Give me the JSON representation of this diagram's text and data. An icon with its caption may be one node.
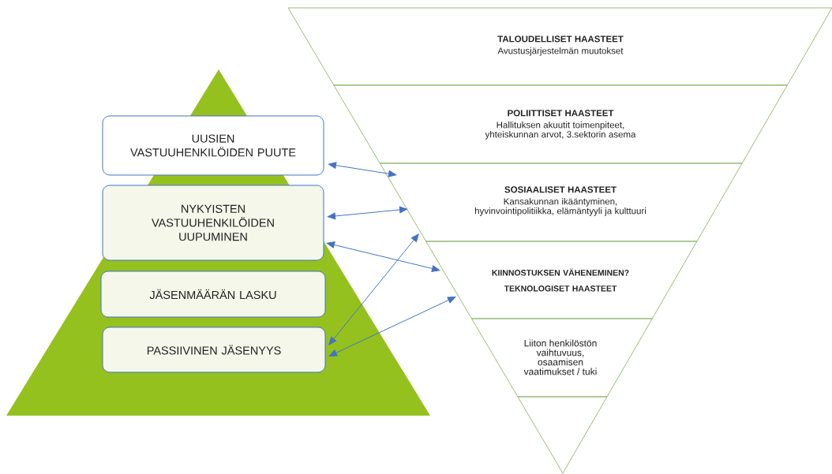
{
  "diagram": {
    "nodes": [
      {
        "text": [
          "UUSIEN VASTUUHENKILÖIDEN PUUTE"
        ]
      },
      {
        "text": [
          "NYKYISTEN VASTUUHENKILÖIDEN UUPUMINEN"
        ]
      },
      {
        "text": [
          "JÄSENMÄÄRÄN LASKU"
        ]
      },
      {
        "text": [
          "PASSIIVINEN JÄSENYYS"
        ]
      },
      {
        "text": [
          "TALOUDELLISET HAASTEET",
          "Avustusjärjestelmän muutokset"
        ]
      },
      {
        "text": [
          "POLIITTISET HAASTEET",
          "Hallituksen akuutit toimenpiteet, yhteiskunnan arvot, 3.sektorin asema"
        ]
      },
      {
        "text": [
          "SOSIAALISET HAASTEET",
          "Kansakunnan ikääntyminen, hyvinvointipolitiikka, elämäntyyli ja kulttuuri"
        ]
      },
      {
        "text": [
          "KIINNOSTUKSEN VÄHENEMINEN?",
          "TEKNOLOGISET HAASTEET"
        ]
      },
      {
        "text": [
          "Liiton henkilöstön vaihtuvuus, osaamisen vaatimukset / tuki"
        ]
      },
      {
        "text": [],
        "shape": "triangle"
      }
    ],
    "edges": [
      {
        "from": 0,
        "to": 6,
        "arrow": "both"
      },
      {
        "from": 1,
        "to": 6,
        "arrow": "both"
      },
      {
        "from": 1,
        "to": 7,
        "arrow": "both"
      },
      {
        "from": 3,
        "to": 6,
        "arrow": "both"
      },
      {
        "from": 3,
        "to": 7,
        "arrow": "both"
      }
    ]
  }
}
